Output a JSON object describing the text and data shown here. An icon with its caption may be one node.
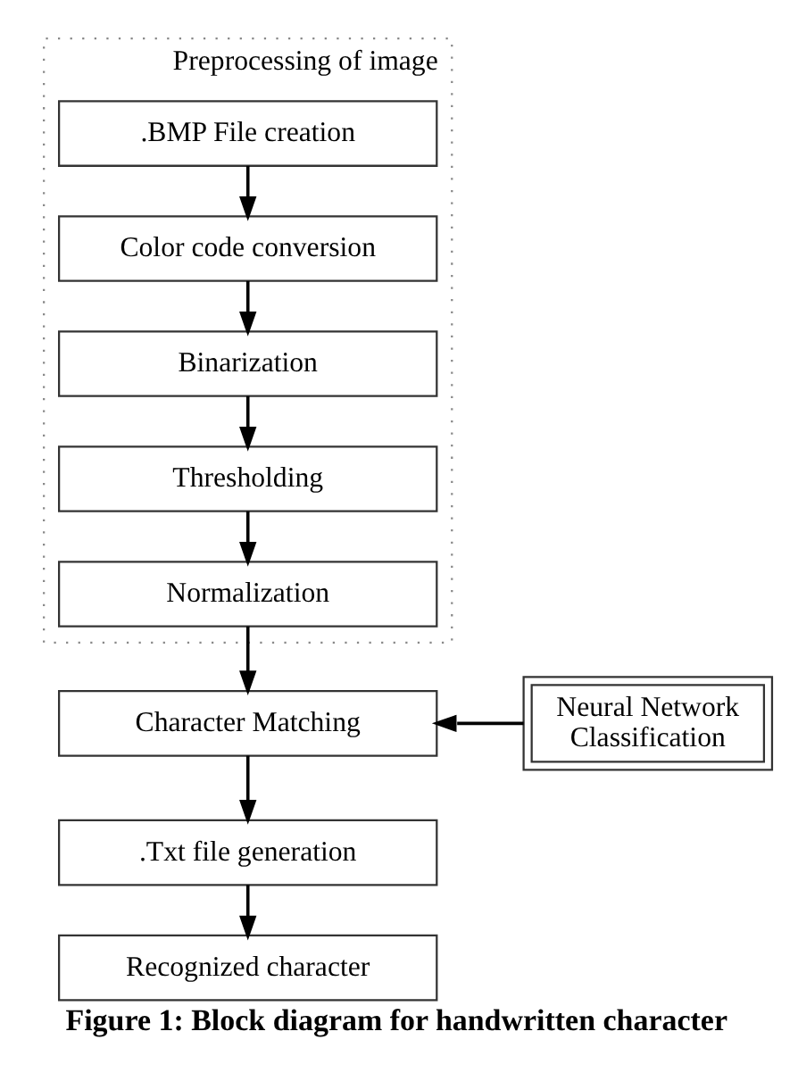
{
  "diagram": {
    "caption": "Figure 1: Block diagram for handwritten character",
    "nodes": [
      {
        "text": [
          "Preprocessing of image"
        ]
      },
      {
        "text": [
          ".BMP File creation"
        ],
        "in": 0
      },
      {
        "text": [
          "Color code conversion"
        ],
        "in": 0
      },
      {
        "text": [
          "Binarization"
        ],
        "in": 0
      },
      {
        "text": [
          "Thresholding"
        ],
        "in": 0
      },
      {
        "text": [
          "Normalization"
        ],
        "in": 0
      },
      {
        "text": [
          "Character Matching"
        ]
      },
      {
        "text": [
          "Neural Network Classification"
        ]
      },
      {
        "text": [
          ".Txt file generation"
        ]
      },
      {
        "text": [
          "Recognized character"
        ]
      }
    ],
    "edges": [
      {
        "from": 1,
        "to": 2,
        "arrow": "to"
      },
      {
        "from": 2,
        "to": 3,
        "arrow": "to"
      },
      {
        "from": 3,
        "to": 4,
        "arrow": "to"
      },
      {
        "from": 4,
        "to": 5,
        "arrow": "to"
      },
      {
        "from": 5,
        "to": 6,
        "arrow": "to"
      },
      {
        "from": 7,
        "to": 6,
        "arrow": "to"
      },
      {
        "from": 6,
        "to": 8,
        "arrow": "to"
      },
      {
        "from": 8,
        "to": 9,
        "arrow": "to"
      }
    ]
  }
}
